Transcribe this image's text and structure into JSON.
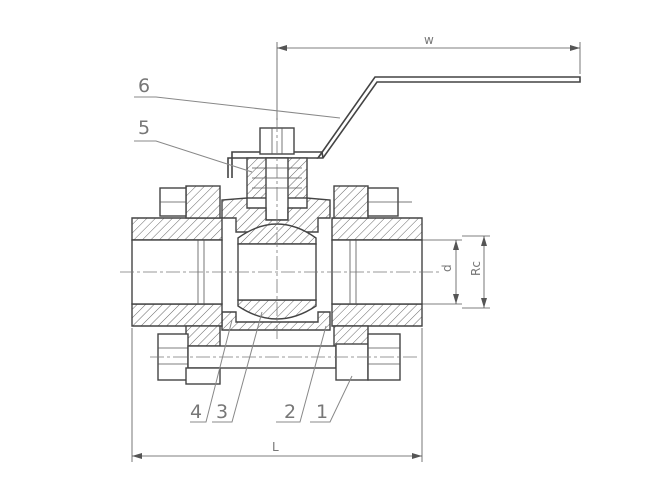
{
  "callouts": {
    "c1": "1",
    "c2": "2",
    "c3": "3",
    "c4": "4",
    "c5": "5",
    "c6": "6"
  },
  "dimensions": {
    "w": "w",
    "L": "L",
    "d": "d",
    "Rc": "Rc"
  }
}
